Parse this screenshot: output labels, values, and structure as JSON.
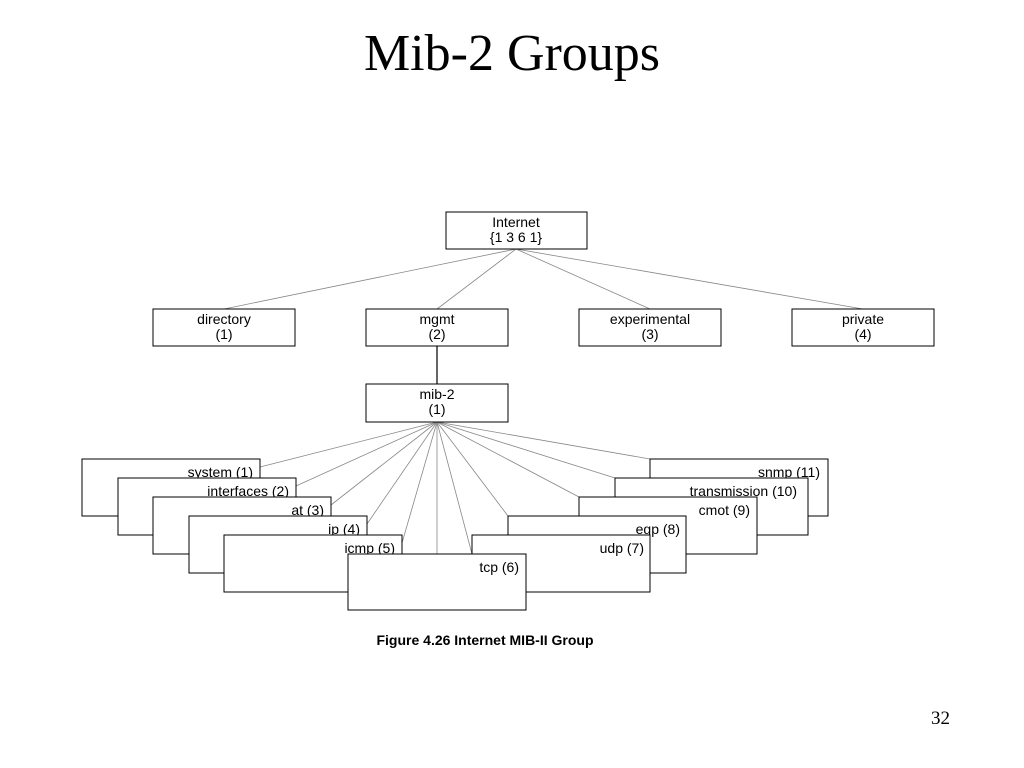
{
  "slide": {
    "title": "Mib-2 Groups",
    "page_number": "32"
  },
  "diagram": {
    "root": {
      "line1": "Internet",
      "line2": "{1  3  6  1}"
    },
    "level1": [
      {
        "line1": "directory",
        "line2": "(1)"
      },
      {
        "line1": "mgmt",
        "line2": "(2)"
      },
      {
        "line1": "experimental",
        "line2": "(3)"
      },
      {
        "line1": "private",
        "line2": "(4)"
      }
    ],
    "mib2": {
      "line1": "mib-2",
      "line2": "(1)"
    },
    "groups_left": [
      "system (1)",
      "interfaces (2)",
      "at (3)",
      "ip (4)",
      "icmp (5)"
    ],
    "group_center": "tcp (6)",
    "groups_right": [
      "snmp (11)",
      "transmission (10)",
      "cmot (9)",
      "egp (8)",
      "udp (7)"
    ],
    "caption": "Figure 4.26 Internet MIB-II Group"
  }
}
